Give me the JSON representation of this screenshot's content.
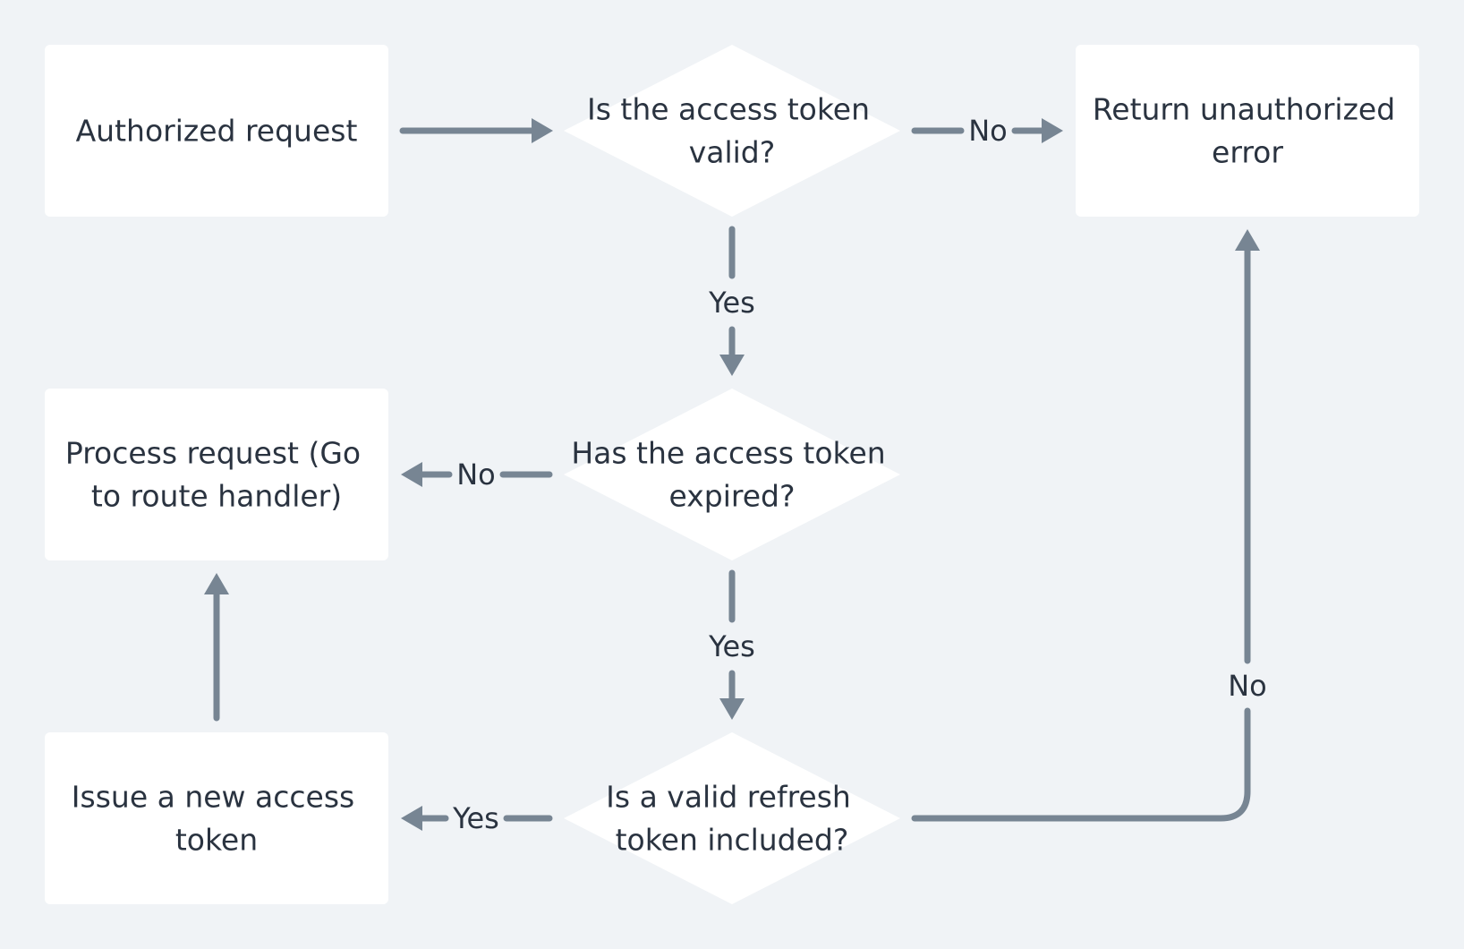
{
  "diagram": {
    "nodes": {
      "authorized_request": {
        "lines": [
          "Authorized request"
        ]
      },
      "is_token_valid": {
        "lines": [
          "Is the access token",
          "valid?"
        ]
      },
      "return_unauthorized": {
        "lines": [
          "Return unauthorized",
          "error"
        ]
      },
      "process_request": {
        "lines": [
          "Process request (Go",
          "to route handler)"
        ]
      },
      "has_token_expired": {
        "lines": [
          "Has the access token",
          "expired?"
        ]
      },
      "issue_new_token": {
        "lines": [
          "Issue a new access",
          "token"
        ]
      },
      "valid_refresh_token": {
        "lines": [
          "Is a valid refresh",
          "token included?"
        ]
      }
    },
    "edge_labels": {
      "valid_no": "No",
      "valid_yes": "Yes",
      "expired_no": "No",
      "expired_yes": "Yes",
      "refresh_yes": "Yes",
      "refresh_no": "No"
    }
  },
  "colors": {
    "background": "#f0f3f6",
    "node_fill": "#ffffff",
    "edge": "#778593",
    "text": "#2a3340"
  }
}
